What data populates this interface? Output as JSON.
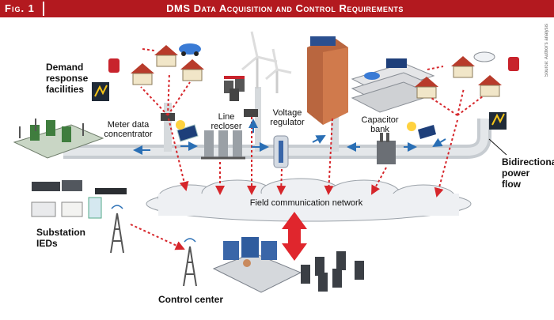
{
  "header": {
    "figure_label": "Fig. 1",
    "title": "DMS Data Acquisition and Control Requirements",
    "credit": "Source: Author's analysis"
  },
  "labels": {
    "demand_response": "Demand response facilities",
    "meter_data": "Meter data concentrator",
    "line_recloser": "Line recloser",
    "voltage_regulator": "Voltage regulator",
    "capacitor_bank": "Capacitor bank",
    "bidirectional": "Bidirectional power flow",
    "field_network": "Field communication network",
    "substation_ieds": "Substation IEDs",
    "control_center": "Control center"
  },
  "colors": {
    "banner": "#b3191f",
    "link_arrow": "#d6262b",
    "flow_arrow": "#2a6fb5",
    "feeder": "#d0d4d8"
  }
}
